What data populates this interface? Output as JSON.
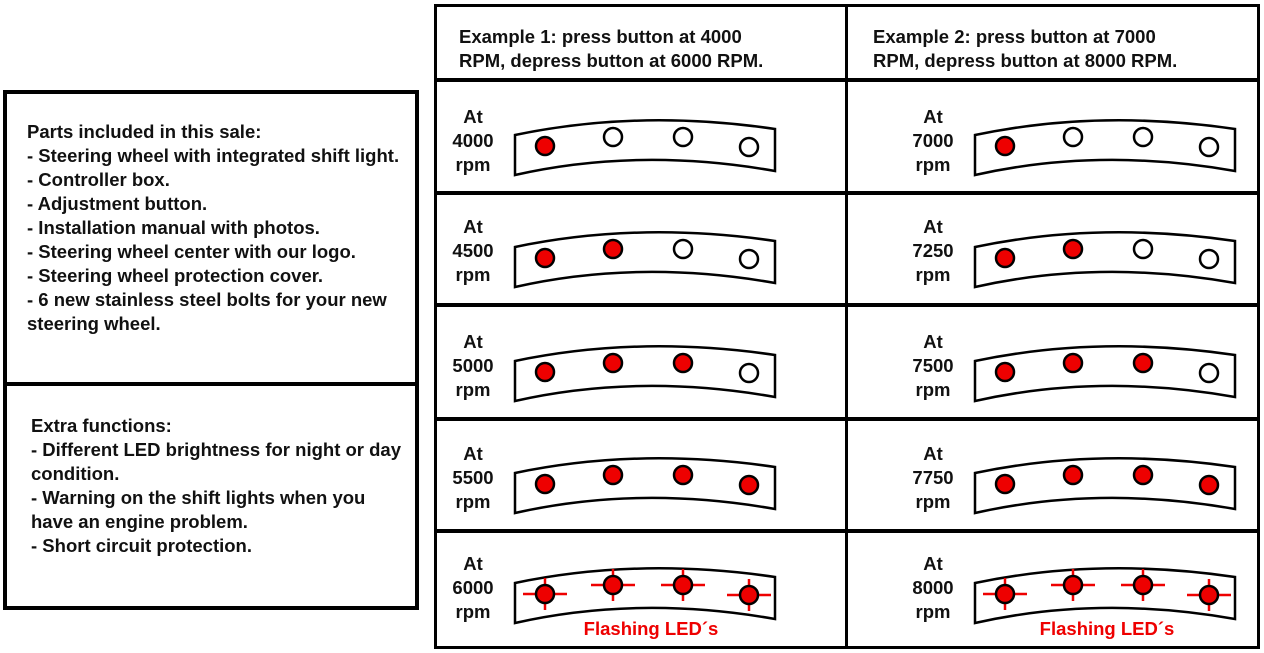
{
  "parts_box": {
    "text": "Parts included in this sale:\n- Steering wheel with integrated shift light.\n- Controller box.\n- Adjustment button.\n- Installation manual with photos.\n- Steering wheel center with our logo.\n- Steering wheel protection cover.\n- 6 new stainless steel bolts for your new steering wheel."
  },
  "extras_box": {
    "text": "Extra functions:\n- Different LED brightness for night or day condition.\n- Warning on the shift lights when you have an engine problem.\n- Short circuit protection."
  },
  "examples": [
    {
      "header": "Example 1:  press button at 4000\nRPM, depress button at 6000 RPM.",
      "rows": [
        {
          "rpm": "At\n4000\nrpm",
          "lit": 1,
          "flashing": false
        },
        {
          "rpm": "At\n4500\nrpm",
          "lit": 2,
          "flashing": false
        },
        {
          "rpm": "At\n5000\nrpm",
          "lit": 3,
          "flashing": false
        },
        {
          "rpm": "At\n5500\nrpm",
          "lit": 4,
          "flashing": false
        },
        {
          "rpm": "At\n6000\nrpm",
          "lit": 4,
          "flashing": true
        }
      ],
      "flashing_label": "Flashing LED´s"
    },
    {
      "header": "Example 2:  press button at 7000\nRPM, depress button at 8000 RPM.",
      "rows": [
        {
          "rpm": "At\n7000\nrpm",
          "lit": 1,
          "flashing": false
        },
        {
          "rpm": "At\n7250\nrpm",
          "lit": 2,
          "flashing": false
        },
        {
          "rpm": "At\n7500\nrpm",
          "lit": 3,
          "flashing": false
        },
        {
          "rpm": "At\n7750\nrpm",
          "lit": 4,
          "flashing": false
        },
        {
          "rpm": "At\n8000\nrpm",
          "lit": 4,
          "flashing": true
        }
      ],
      "flashing_label": "Flashing LED´s"
    }
  ],
  "colors": {
    "led_on": "#ee0000",
    "led_off": "#ffffff",
    "flash_rays": "#ee0000",
    "flash_label": "#ee0000"
  }
}
